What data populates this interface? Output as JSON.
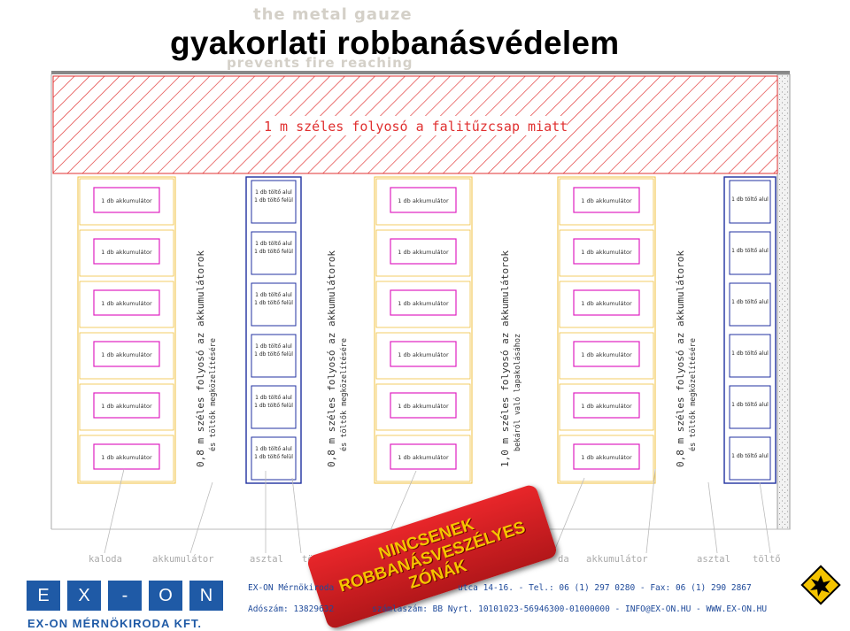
{
  "title": "gyakorlati robbanásvédelem",
  "background_text": [
    "the metal gauze",
    "prevents fire reaching"
  ],
  "corridor_top": "1 m széles folyosó a falitűzcsap miatt",
  "aisles": [
    {
      "line1": "0,8 m széles folyosó az akkumulátorok",
      "line2": "és töltők megközelítésére"
    },
    {
      "line1": "0,8 m széles folyosó az akkumulátorok",
      "line2": "és töltők megközelítésére"
    },
    {
      "line1": "1,0 m széles folyosó az akkumulátorok",
      "line2": "bekáról való lapakolásához"
    },
    {
      "line1": "0,8 m széles folyosó az akkumulátorok",
      "line2": "és töltők megközelítésére"
    }
  ],
  "cell_labels": {
    "battery": "1 db akkumulátor",
    "charger_bottom": "1 db töltő alul",
    "charger_top": "1 db töltő felül"
  },
  "legend_labels": {
    "left": [
      "kaloda",
      "akkumulátor",
      "asztal",
      "tö"
    ],
    "right": [
      "da",
      "akkumulátor",
      "asztal",
      "töltő"
    ]
  },
  "warning": [
    "NINCSENEK",
    "ROBBANÁSVESZÉLYES",
    "ZÓNÁK"
  ],
  "footer": {
    "logo_letters": [
      "E",
      "X",
      "-",
      "O",
      "N"
    ],
    "company": "EX-ON MÉRNÖKIRODA KFT.",
    "address_left": "EX-ON Mérnökiroda",
    "address_right": "utca 14-16. - Tel.: 06 (1) 297 0280 - Fax: 06 (1) 290 2867",
    "tax_left": "Adószám: 13829632",
    "tax_right": "számlaszám: BB Nyrt. 10101023-56946300-01000000 - INFO@EX-ON.HU - WWW.EX-ON.HU"
  },
  "colors": {
    "hatch": "#e03030",
    "battery_cell": "#e020c0",
    "yellow_frame": "#f0c040",
    "charger_frame": "#2030a0",
    "brand_blue": "#1f5aa6",
    "warning_red": "#d21f22",
    "warning_text": "#f5c400"
  }
}
